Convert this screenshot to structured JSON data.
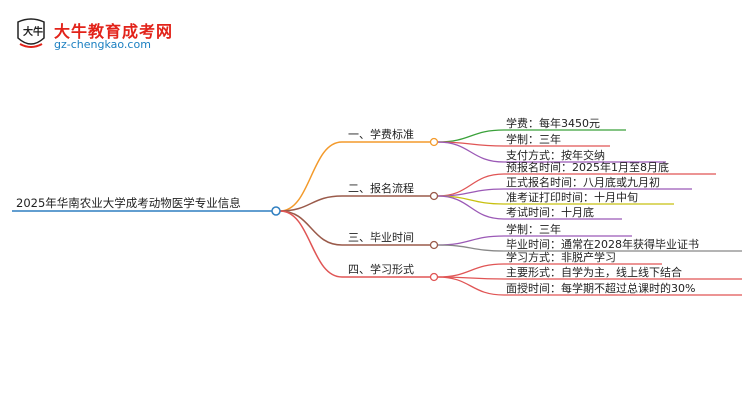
{
  "logo": {
    "title": "大牛教育成考网",
    "url": "gz-chengkao.com",
    "badge_text": "大牛"
  },
  "mindmap": {
    "root": "2025年华南农业大学成考动物医学专业信息",
    "branches": [
      {
        "label": "一、学费标准",
        "color": "#f39a2b",
        "children": [
          {
            "text": "学费：每年3450元",
            "color": "#3aa13a"
          },
          {
            "text": "学制：三年",
            "color": "#e05555"
          },
          {
            "text": "支付方式：按年交纳",
            "color": "#9b59b6"
          }
        ]
      },
      {
        "label": "二、报名流程",
        "color": "#9a5a4a",
        "children": [
          {
            "text": "预报名时间：2025年1月至8月底",
            "color": "#e05555"
          },
          {
            "text": "正式报名时间：八月底或九月初",
            "color": "#9b59b6"
          },
          {
            "text": "准考证打印时间：十月中旬",
            "color": "#c8c010"
          },
          {
            "text": "考试时间：十月底",
            "color": "#9b59b6"
          }
        ]
      },
      {
        "label": "三、毕业时间",
        "color": "#9a5a4a",
        "children": [
          {
            "text": "学制：三年",
            "color": "#9b59b6"
          },
          {
            "text": "毕业时间：通常在2028年获得毕业证书",
            "color": "#888888"
          }
        ]
      },
      {
        "label": "四、学习形式",
        "color": "#e05555",
        "children": [
          {
            "text": "学习方式：非脱产学习",
            "color": "#e05555"
          },
          {
            "text": "主要形式：自学为主，线上线下结合",
            "color": "#e05555"
          },
          {
            "text": "面授时间：每学期不超过总课时的30%",
            "color": "#e05555"
          }
        ]
      }
    ]
  }
}
